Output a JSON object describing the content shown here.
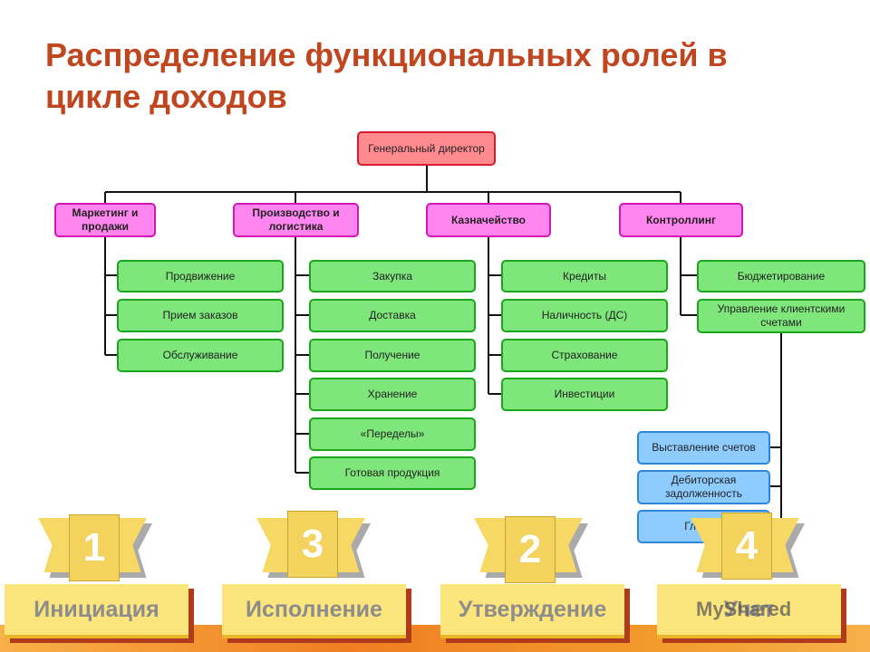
{
  "title": "Распределение функциональных ролей в цикле доходов",
  "colors": {
    "title": "#c0461f",
    "director": "#ff8b91",
    "department": "#ff86ee",
    "function": "#7ee67a",
    "subfunction": "#8ecbff",
    "stage": "#fde57d"
  },
  "org": {
    "director": "Генеральный директор",
    "departments": [
      {
        "label": "Маркетинг и продажи",
        "children": [
          "Продвижение",
          "Прием заказов",
          "Обслуживание"
        ]
      },
      {
        "label": "Производство и логистика",
        "children": [
          "Закупка",
          "Доставка",
          "Получение",
          "Хранение",
          "«Переделы»",
          "Готовая продукция"
        ]
      },
      {
        "label": "Казначейство",
        "children": [
          "Кредиты",
          "Наличность (ДС)",
          "Страхование",
          "Инвестиции"
        ]
      },
      {
        "label": "Контроллинг",
        "children": [
          "Бюджетирование",
          "Управление клиентскими счетами"
        ]
      }
    ],
    "subfunctions": [
      "Выставление счетов",
      "Дебиторская задолженность",
      "Главн..."
    ]
  },
  "stages": [
    {
      "number": "1",
      "label": "Инициация"
    },
    {
      "number": "3",
      "label": "Исполнение"
    },
    {
      "number": "2",
      "label": "Утверждение"
    },
    {
      "number": "4",
      "label": "Учет"
    }
  ],
  "watermark": "MyShared"
}
